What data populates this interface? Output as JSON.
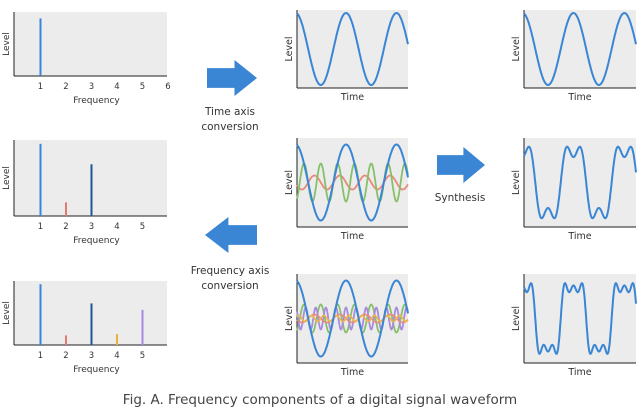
{
  "colors": {
    "panel": "#ececec",
    "axis": "#1f1f1f",
    "fundamental": "#3a86d4",
    "third": "#1d5795",
    "second": "#e07a73",
    "fourth": "#e9b13b",
    "fifth": "#a98ae0",
    "wave_main": "#3a86d4",
    "wave_green": "#86c06b",
    "wave_red": "#e88a78",
    "wave_purple": "#a98ae0",
    "wave_orange": "#ecb54a",
    "arrow": "#3a86d4"
  },
  "labels": {
    "level": "Level",
    "frequency": "Frequency",
    "time": "Time",
    "time_axis_conversion_1": "Time axis",
    "time_axis_conversion_2": "conversion",
    "synthesis": "Synthesis",
    "frequency_axis_conversion_1": "Frequency axis",
    "frequency_axis_conversion_2": "conversion",
    "caption": "Fig. A. Frequency components of a digital signal waveform"
  },
  "spectra": [
    {
      "x_ticks": [
        "1",
        "2",
        "3",
        "4",
        "5",
        "6"
      ],
      "bars": [
        {
          "freq": 1,
          "level": 0.9,
          "color": "fundamental"
        }
      ]
    },
    {
      "x_ticks": [
        "1",
        "2",
        "3",
        "4",
        "5"
      ],
      "bars": [
        {
          "freq": 1,
          "level": 0.95,
          "color": "fundamental"
        },
        {
          "freq": 2,
          "level": 0.18,
          "color": "second"
        },
        {
          "freq": 3,
          "level": 0.68,
          "color": "third"
        }
      ]
    },
    {
      "x_ticks": [
        "1",
        "2",
        "3",
        "4",
        "5"
      ],
      "bars": [
        {
          "freq": 1,
          "level": 0.95,
          "color": "fundamental"
        },
        {
          "freq": 2,
          "level": 0.15,
          "color": "second"
        },
        {
          "freq": 3,
          "level": 0.65,
          "color": "third"
        },
        {
          "freq": 4,
          "level": 0.17,
          "color": "fourth"
        },
        {
          "freq": 5,
          "level": 0.55,
          "color": "fifth"
        }
      ]
    }
  ]
}
